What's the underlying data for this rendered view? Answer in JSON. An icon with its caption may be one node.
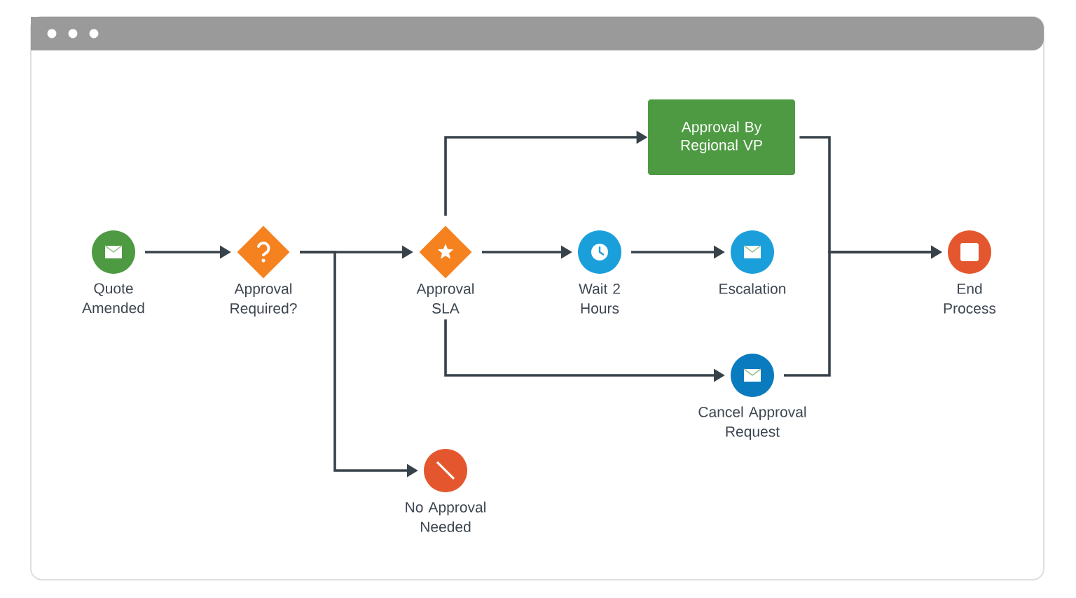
{
  "diagram": {
    "nodes": [
      {
        "text": [
          "Quote Amended"
        ]
      },
      {
        "text": [
          "Approval Required?"
        ]
      },
      {
        "text": [
          "Approval SLA"
        ]
      },
      {
        "text": [
          "Approval By Regional VP"
        ]
      },
      {
        "text": [
          "Wait 2 Hours"
        ]
      },
      {
        "text": [
          "Escalation"
        ]
      },
      {
        "text": [
          "Cancel Approval Request"
        ]
      },
      {
        "text": [
          "End Process"
        ]
      },
      {
        "text": [
          "No Approval Needed"
        ]
      }
    ],
    "edges": [
      {
        "from": 0,
        "to": 1,
        "arrow": "to"
      },
      {
        "from": 1,
        "to": 2,
        "arrow": "to"
      },
      {
        "from": 1,
        "to": 8,
        "arrow": "to"
      },
      {
        "from": 2,
        "to": 3,
        "arrow": "to"
      },
      {
        "from": 2,
        "to": 4,
        "arrow": "to"
      },
      {
        "from": 4,
        "to": 5,
        "arrow": "to"
      },
      {
        "from": 2,
        "to": 6,
        "arrow": "to"
      },
      {
        "from": 3,
        "to": 7,
        "arrow": "to"
      },
      {
        "from": 6,
        "to": 7,
        "arrow": "to"
      }
    ]
  }
}
